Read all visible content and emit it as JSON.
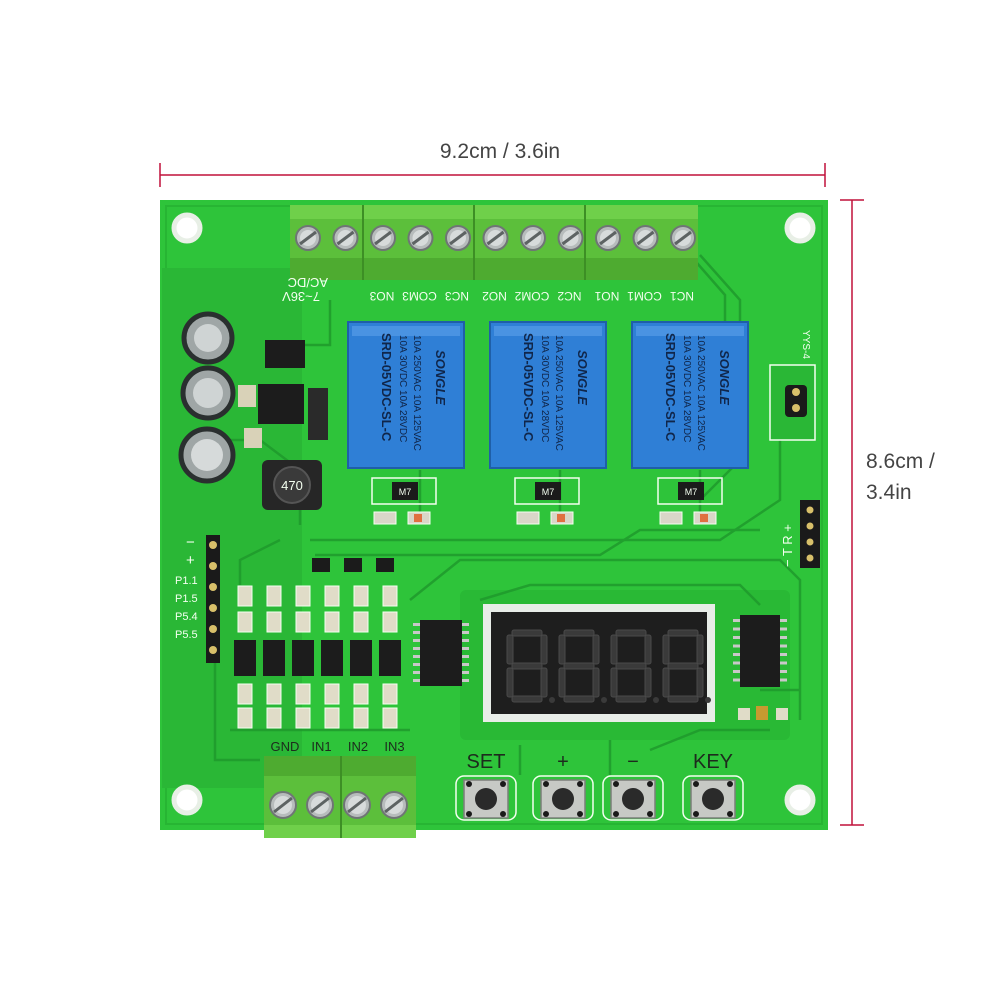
{
  "dimensions": {
    "width_label": "9.2cm / 3.6in",
    "height_label": "8.6cm /\n3.4in"
  },
  "colors": {
    "pcb": "#2ec43a",
    "trace": "#25a832",
    "terminal": "#5cbf3b",
    "relay": "#2f7fd6",
    "dimension_line": "#c0103a"
  },
  "board": {
    "model": "YYS-4",
    "power_label": "7~36V",
    "power_sub": "AC/DC",
    "output_terminals": [
      "NC1",
      "COM1",
      "NO1",
      "NC2",
      "COM2",
      "NO2",
      "NC3",
      "COM3",
      "NO3"
    ],
    "input_terminals": [
      "GND",
      "IN1",
      "IN2",
      "IN3"
    ],
    "port_labels": [
      "P1.1",
      "P1.5",
      "P5.4",
      "P5.5"
    ],
    "port_signs": [
      "−",
      "+"
    ],
    "trx_label": "− T R +",
    "buttons": [
      "SET",
      "+",
      "−",
      "KEY"
    ],
    "inductor": "470",
    "transistor_mark": "M7"
  },
  "relay": {
    "brand": "SONGLE",
    "ratings": [
      "10A 250VAC 10A 125VAC",
      "10A 30VDC 10A 28VDC"
    ],
    "model": "SRD-05VDC-SL-C"
  },
  "display": {
    "digits": "8888"
  }
}
